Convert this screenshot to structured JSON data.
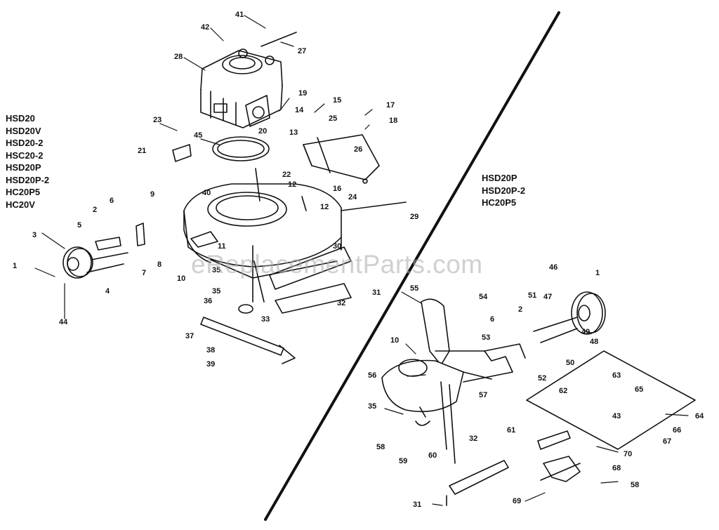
{
  "models_left": [
    "HSD20",
    "HSD20V",
    "HSD20-2",
    "HSC20-2",
    "HSD20P",
    "HSD20P-2",
    "HC20P5",
    "HC20V"
  ],
  "models_right": [
    "HSD20P",
    "HSD20P-2",
    "HC20P5"
  ],
  "watermark": "eReplacementParts.com",
  "callouts": [
    "41",
    "42",
    "27",
    "28",
    "19",
    "15",
    "14",
    "17",
    "18",
    "20",
    "13",
    "25",
    "23",
    "45",
    "26",
    "21",
    "22",
    "12",
    "16",
    "24",
    "9",
    "40",
    "6",
    "12",
    "29",
    "2",
    "5",
    "3",
    "7",
    "8",
    "11",
    "30",
    "1",
    "4",
    "10",
    "33",
    "35",
    "31",
    "35",
    "32",
    "36",
    "37",
    "38",
    "39",
    "44",
    "55",
    "54",
    "46",
    "1",
    "51",
    "47",
    "2",
    "6",
    "48",
    "49",
    "53",
    "50",
    "10",
    "52",
    "56",
    "63",
    "57",
    "62",
    "65",
    "35",
    "43",
    "64",
    "66",
    "61",
    "67",
    "58",
    "59",
    "60",
    "70",
    "68",
    "32",
    "58",
    "31",
    "69"
  ],
  "colors": {
    "ink": "#111111",
    "background": "#ffffff",
    "watermark": "#aaaaaa"
  }
}
